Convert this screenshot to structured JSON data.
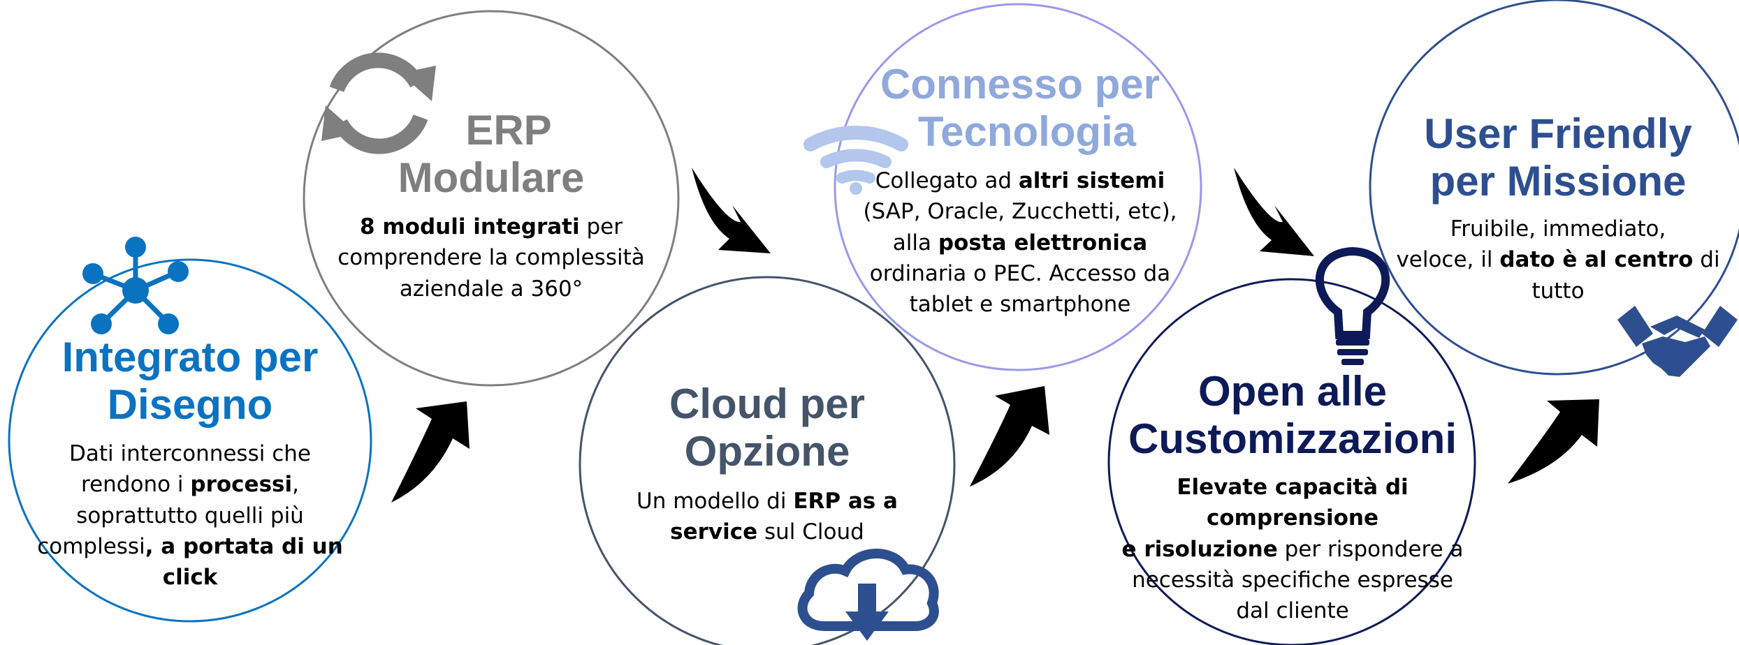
{
  "colors": {
    "integrato": "#0a73c1",
    "erp": "#7f7f7f",
    "cloud": "#44546a",
    "connesso": "#8fa9dc",
    "connesso_circle": "#9999ee",
    "open": "#0d1a57",
    "user_friendly": "#2e4f8f",
    "arrow": "#000000"
  },
  "steps": [
    {
      "id": "integrato",
      "icon": "network-icon",
      "title": [
        "Integrato per",
        "Disegno"
      ],
      "body": [
        [
          {
            "t": "Dati interconnessi che",
            "b": false
          }
        ],
        [
          {
            "t": "rendono i ",
            "b": false
          },
          {
            "t": "processi",
            "b": true
          },
          {
            "t": ",",
            "b": false
          }
        ],
        [
          {
            "t": "soprattutto quelli più",
            "b": false
          }
        ],
        [
          {
            "t": "complessi",
            "b": false
          },
          {
            "t": ", a portata di un",
            "b": true
          }
        ],
        [
          {
            "t": "click",
            "b": true
          }
        ]
      ]
    },
    {
      "id": "erp",
      "icon": "refresh-icon",
      "title": [
        "ERP",
        "Modulare"
      ],
      "body": [
        [
          {
            "t": "8 moduli integrati",
            "b": true
          },
          {
            "t": " per",
            "b": false
          }
        ],
        [
          {
            "t": "comprendere la complessità",
            "b": false
          }
        ],
        [
          {
            "t": "aziendale a 360°",
            "b": false
          }
        ]
      ]
    },
    {
      "id": "cloud",
      "icon": "cloud-download-icon",
      "title": [
        "Cloud per",
        "Opzione"
      ],
      "body": [
        [
          {
            "t": "Un modello di ",
            "b": false
          },
          {
            "t": "ERP as a",
            "b": true
          }
        ],
        [
          {
            "t": "service",
            "b": true
          },
          {
            "t": " sul Cloud",
            "b": false
          }
        ]
      ]
    },
    {
      "id": "connesso",
      "icon": "wifi-icon",
      "title": [
        "Connesso per",
        "Tecnologia"
      ],
      "body": [
        [
          {
            "t": "Collegato ad ",
            "b": false
          },
          {
            "t": "altri sistemi",
            "b": true
          }
        ],
        [
          {
            "t": "(SAP, Oracle, Zucchetti, etc),",
            "b": false
          }
        ],
        [
          {
            "t": "alla ",
            "b": false
          },
          {
            "t": "posta elettronica",
            "b": true
          }
        ],
        [
          {
            "t": "ordinaria o PEC. Accesso da",
            "b": false
          }
        ],
        [
          {
            "t": "tablet e smartphone",
            "b": false
          }
        ]
      ]
    },
    {
      "id": "open",
      "icon": "lightbulb-icon",
      "title": [
        "Open alle",
        "Customizzazioni"
      ],
      "body": [
        [
          {
            "t": "Elevate capacità di comprensione",
            "b": true
          }
        ],
        [
          {
            "t": "e risoluzione",
            "b": true
          },
          {
            "t": " per rispondere a",
            "b": false
          }
        ],
        [
          {
            "t": "necessità specifiche espresse",
            "b": false
          }
        ],
        [
          {
            "t": "dal cliente",
            "b": false
          }
        ]
      ]
    },
    {
      "id": "user",
      "icon": "handshake-icon",
      "title": [
        "User Friendly",
        "per Missione"
      ],
      "body": [
        [
          {
            "t": "Fruibile, immediato,",
            "b": false
          }
        ],
        [
          {
            "t": "veloce, il ",
            "b": false
          },
          {
            "t": "dato è al centro",
            "b": true
          },
          {
            "t": " di",
            "b": false
          }
        ],
        [
          {
            "t": "tutto",
            "b": false
          }
        ]
      ]
    }
  ]
}
